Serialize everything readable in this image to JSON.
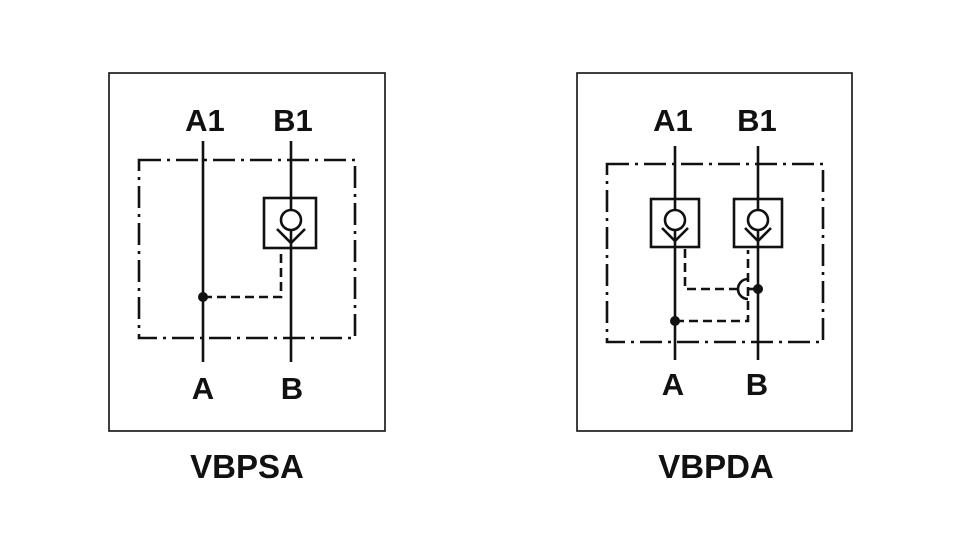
{
  "diagrams": [
    {
      "title": "VBPSA",
      "ports": {
        "a1": "A1",
        "b1": "B1",
        "a": "A",
        "b": "B"
      }
    },
    {
      "title": "VBPDA",
      "ports": {
        "a1": "A1",
        "b1": "B1",
        "a": "A",
        "b": "B"
      }
    }
  ],
  "colors": {
    "ink": "#111111",
    "background": "#ffffff"
  }
}
